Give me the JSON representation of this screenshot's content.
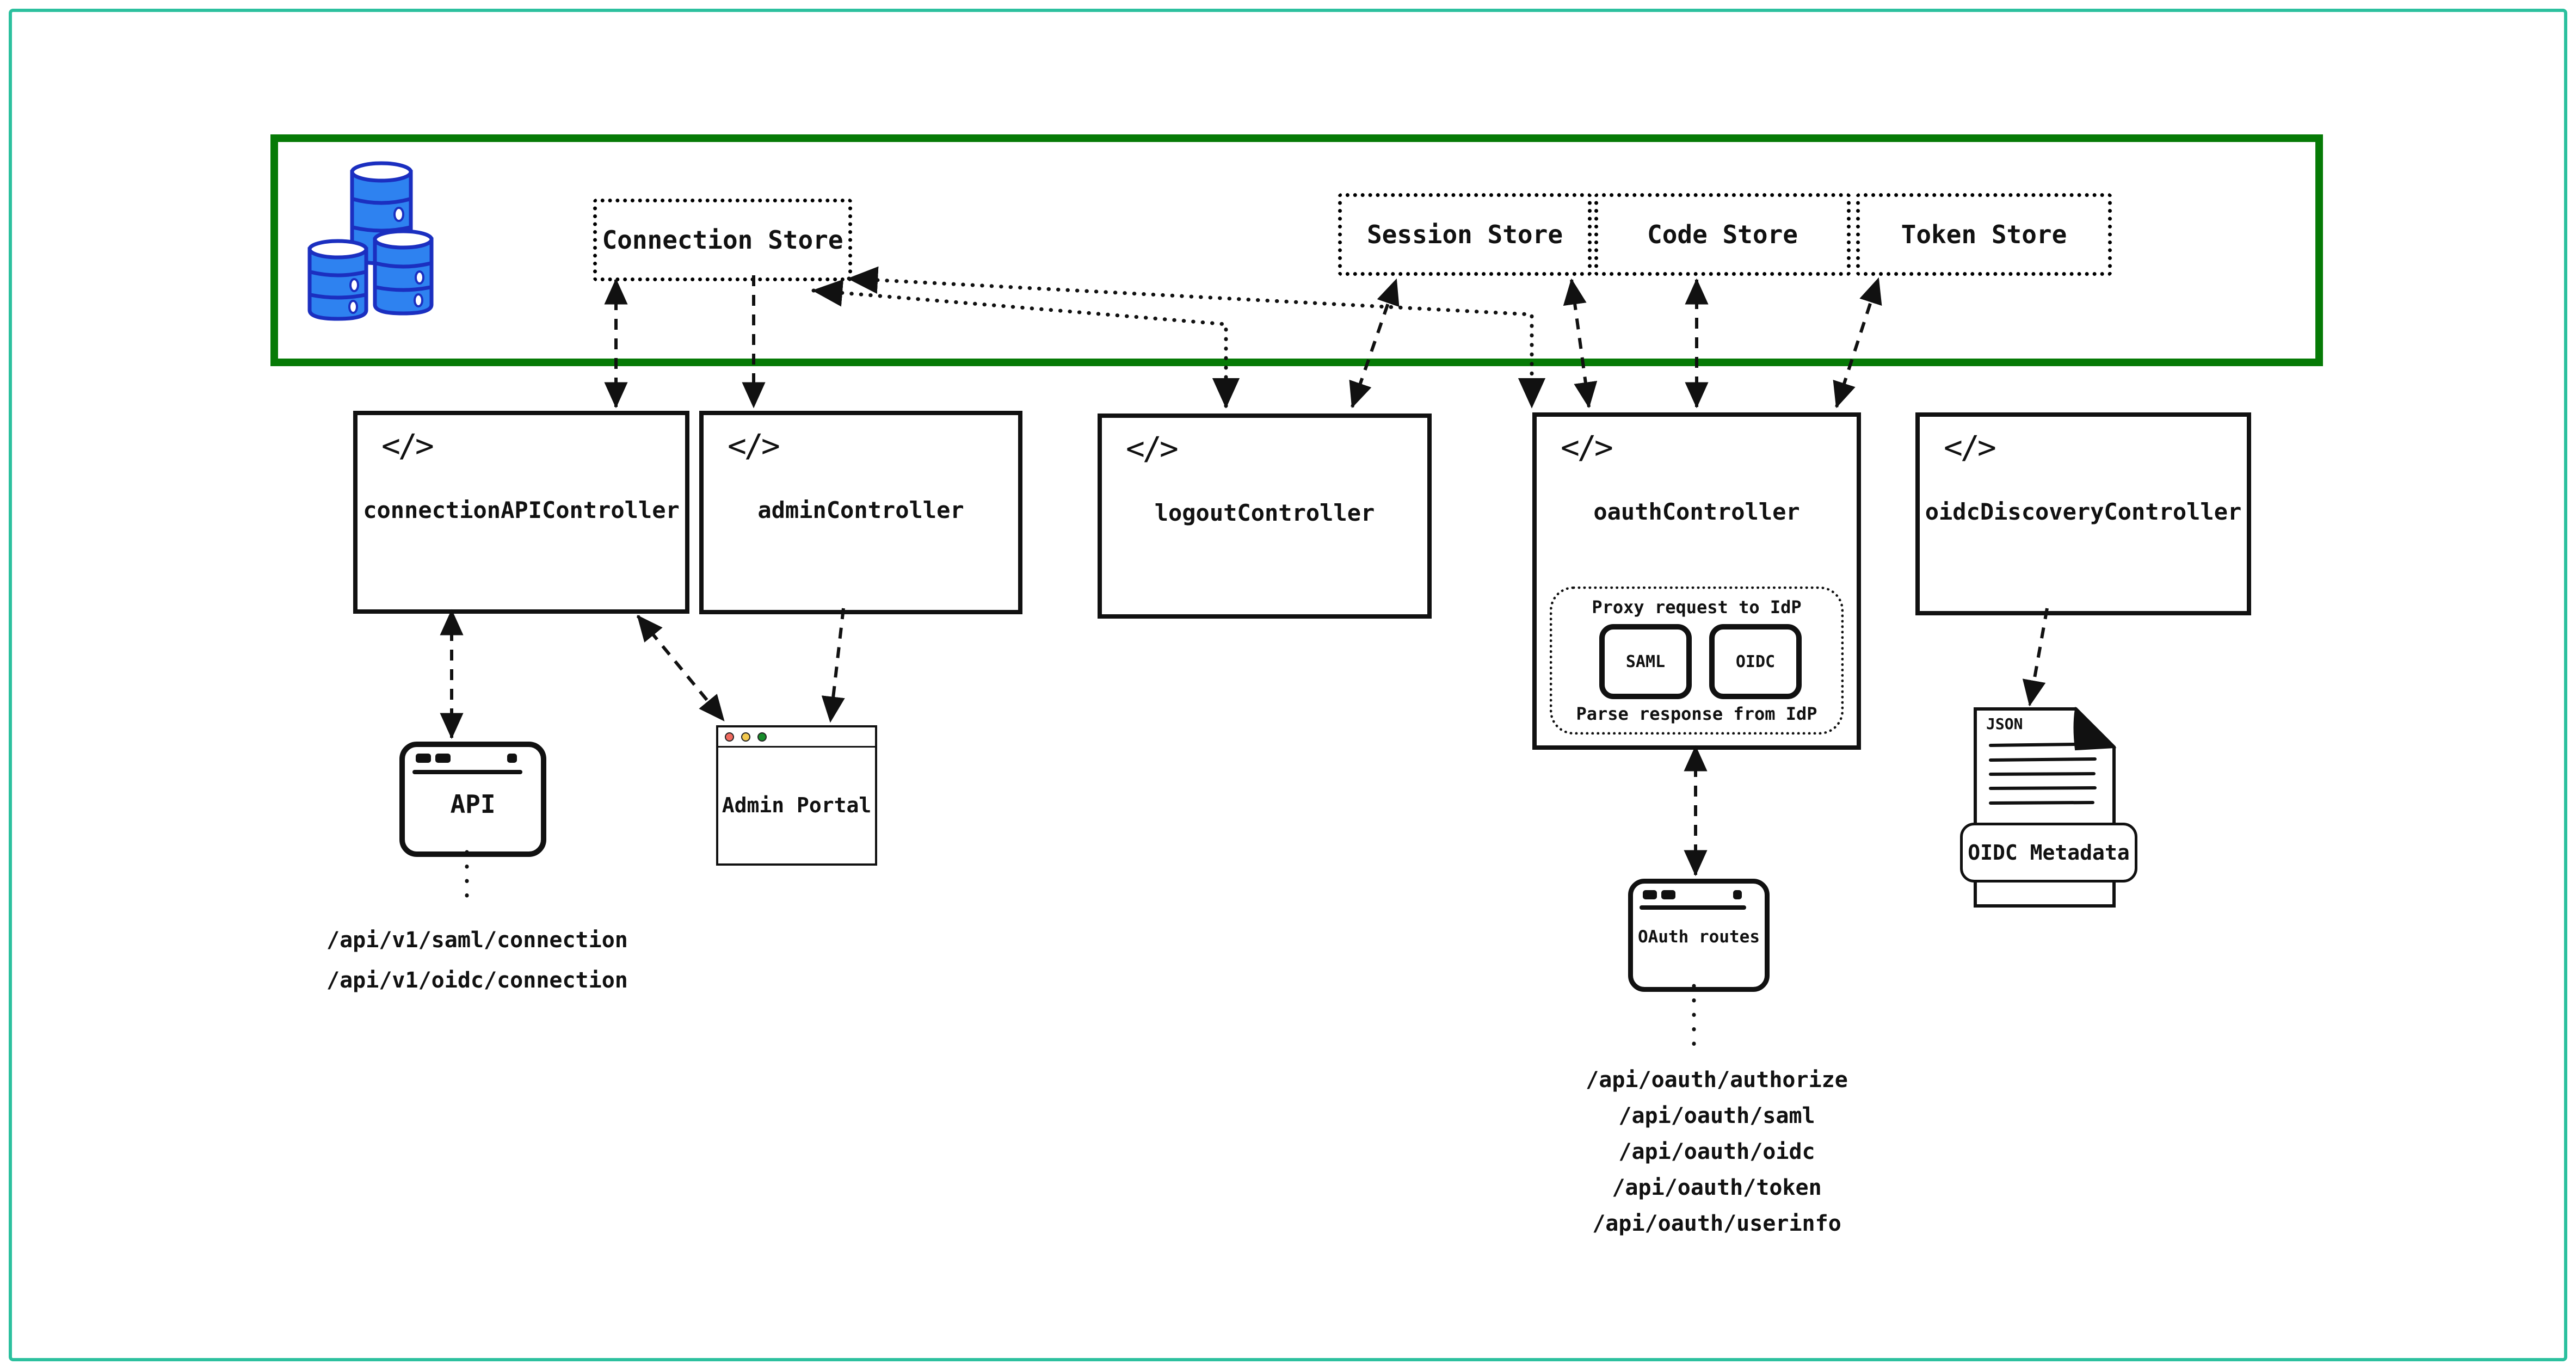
{
  "colors": {
    "frame_teal": "#2cc09e",
    "zone_green": "#067a06",
    "db_fill": "#2e82f0",
    "db_stroke": "#1b2fc0",
    "traffic_red": "#f06a5f",
    "traffic_yellow": "#f3c94e",
    "traffic_green": "#178c2a"
  },
  "icons": {
    "code_glyph": "</>"
  },
  "stores": {
    "connection": "Connection Store",
    "session": "Session Store",
    "code": "Code Store",
    "token": "Token Store"
  },
  "controllers": {
    "connection_api": "connectionAPIController",
    "admin": "adminController",
    "logout": "logoutController",
    "oauth": "oauthController",
    "oidc_discovery": "oidcDiscoveryController"
  },
  "oauth_proxy": {
    "title": "Proxy request to IdP",
    "saml": "SAML",
    "oidc": "OIDC",
    "footer": "Parse response from IdP"
  },
  "windows": {
    "api": "API",
    "admin_portal": "Admin Portal",
    "oauth_routes": "OAuth routes"
  },
  "json_doc": {
    "type_label": "JSON",
    "banner": "OIDC Metadata"
  },
  "endpoints": {
    "connection": [
      "/api/v1/saml/connection",
      "/api/v1/oidc/connection"
    ],
    "oauth": [
      "/api/oauth/authorize",
      "/api/oauth/saml",
      "/api/oauth/oidc",
      "/api/oauth/token",
      "/api/oauth/userinfo"
    ]
  }
}
